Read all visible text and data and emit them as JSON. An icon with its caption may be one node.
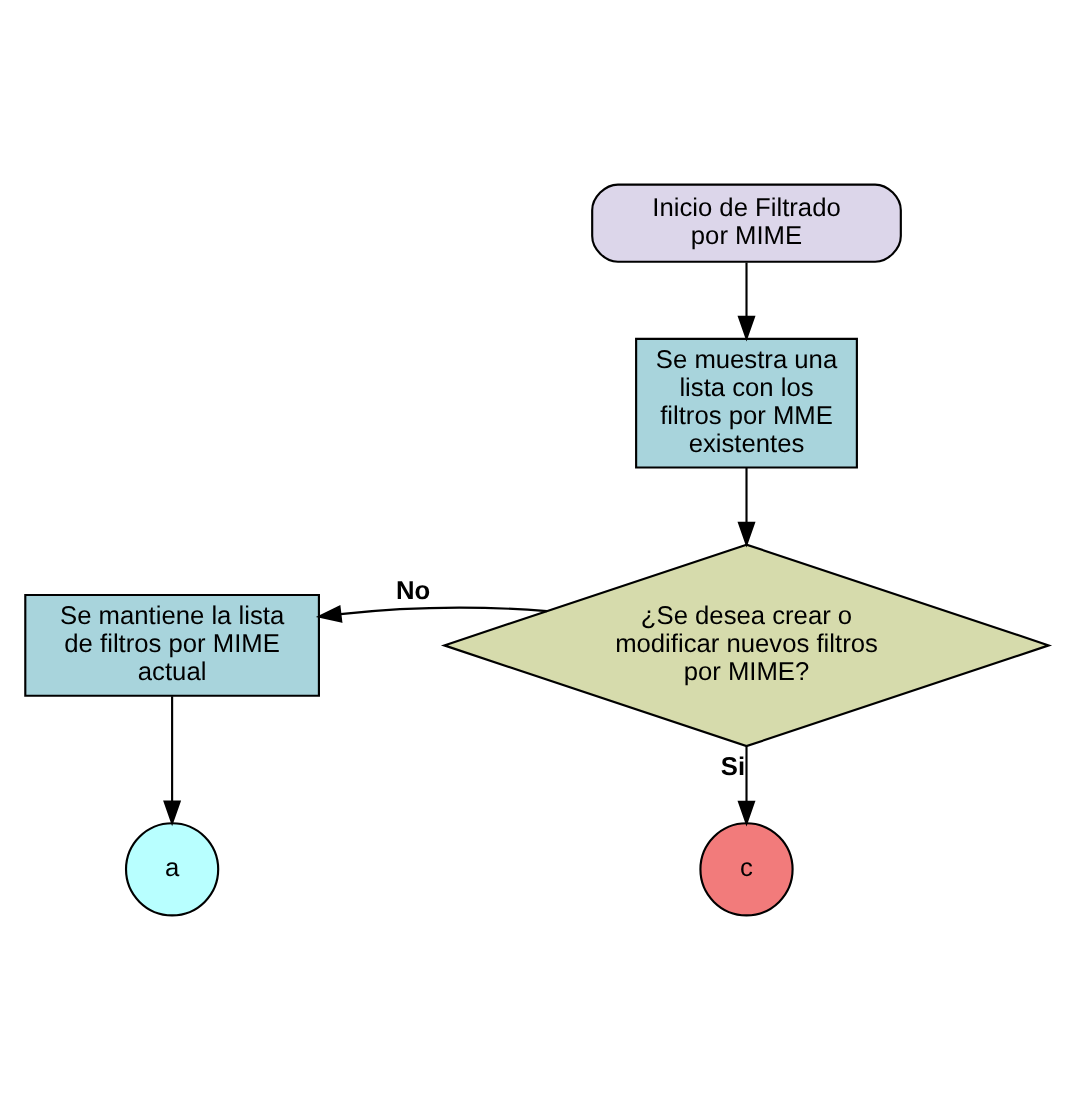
{
  "diagram": {
    "nodes": [
      {
        "text": [
          "Inicio de Filtrado por MIME"
        ]
      },
      {
        "text": [
          "Se muestra una lista con los filtros por MME existentes"
        ]
      },
      {
        "text": [
          "¿Se desea crear o modificar nuevos filtros por MIME?"
        ]
      },
      {
        "text": [
          "Se mantiene la lista de filtros por MIME actual"
        ]
      },
      {
        "text": [
          "a"
        ]
      },
      {
        "text": [
          "c"
        ]
      }
    ],
    "edges": [
      {
        "from": 0,
        "to": 1,
        "arrow": "to"
      },
      {
        "from": 1,
        "to": 2,
        "arrow": "to"
      },
      {
        "from": 2,
        "to": 3,
        "arrow": "to",
        "label": "No"
      },
      {
        "from": 3,
        "to": 4,
        "arrow": "to"
      },
      {
        "from": 2,
        "to": 5,
        "arrow": "to",
        "label": "Si"
      }
    ]
  }
}
